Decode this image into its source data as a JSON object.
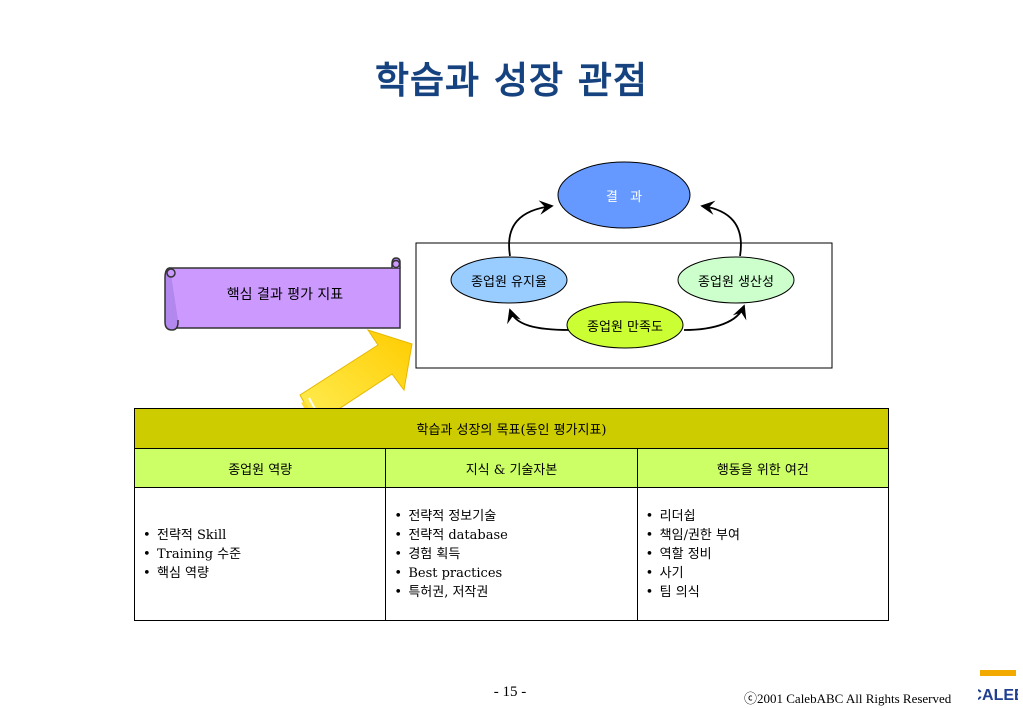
{
  "slide": {
    "title": "학습과 성장 관점",
    "page_number": "- 15 -",
    "copyright": "ⓒ2001  CalebABC All Rights Reserved",
    "logo_text": "CALEB"
  },
  "scroll": {
    "label": "핵심 결과 평가 지표"
  },
  "diagram": {
    "result": "결   과",
    "retention": "종업원 유지율",
    "productivity": "종업원 생산성",
    "satisfaction": "종업원 만족도"
  },
  "table": {
    "header": "학습과 성장의 목표(동인 평가지표)",
    "columns": [
      "종업원 역량",
      "지식 & 기술자본",
      "행동을 위한 여건"
    ],
    "col1": [
      "전략적 Skill",
      "Training 수준",
      "핵심 역량"
    ],
    "col2": [
      "전략적 정보기술",
      "전략적 database",
      "경험 획득",
      "Best practices",
      "특허권, 저작권"
    ],
    "col3": [
      "리더쉽",
      "책임/권한 부여",
      "역할 정비",
      "사기",
      "팀 의식"
    ]
  },
  "colors": {
    "title": "#16437f",
    "scroll_fill": "#cc99ff",
    "result_fill": "#6699ff",
    "retention_fill": "#99ccff",
    "productivity_fill": "#ccffcc",
    "satisfaction_fill": "#ccff33",
    "table_header": "#cccc00",
    "table_subheader": "#ccff66",
    "arrow": "#ffcc00"
  }
}
